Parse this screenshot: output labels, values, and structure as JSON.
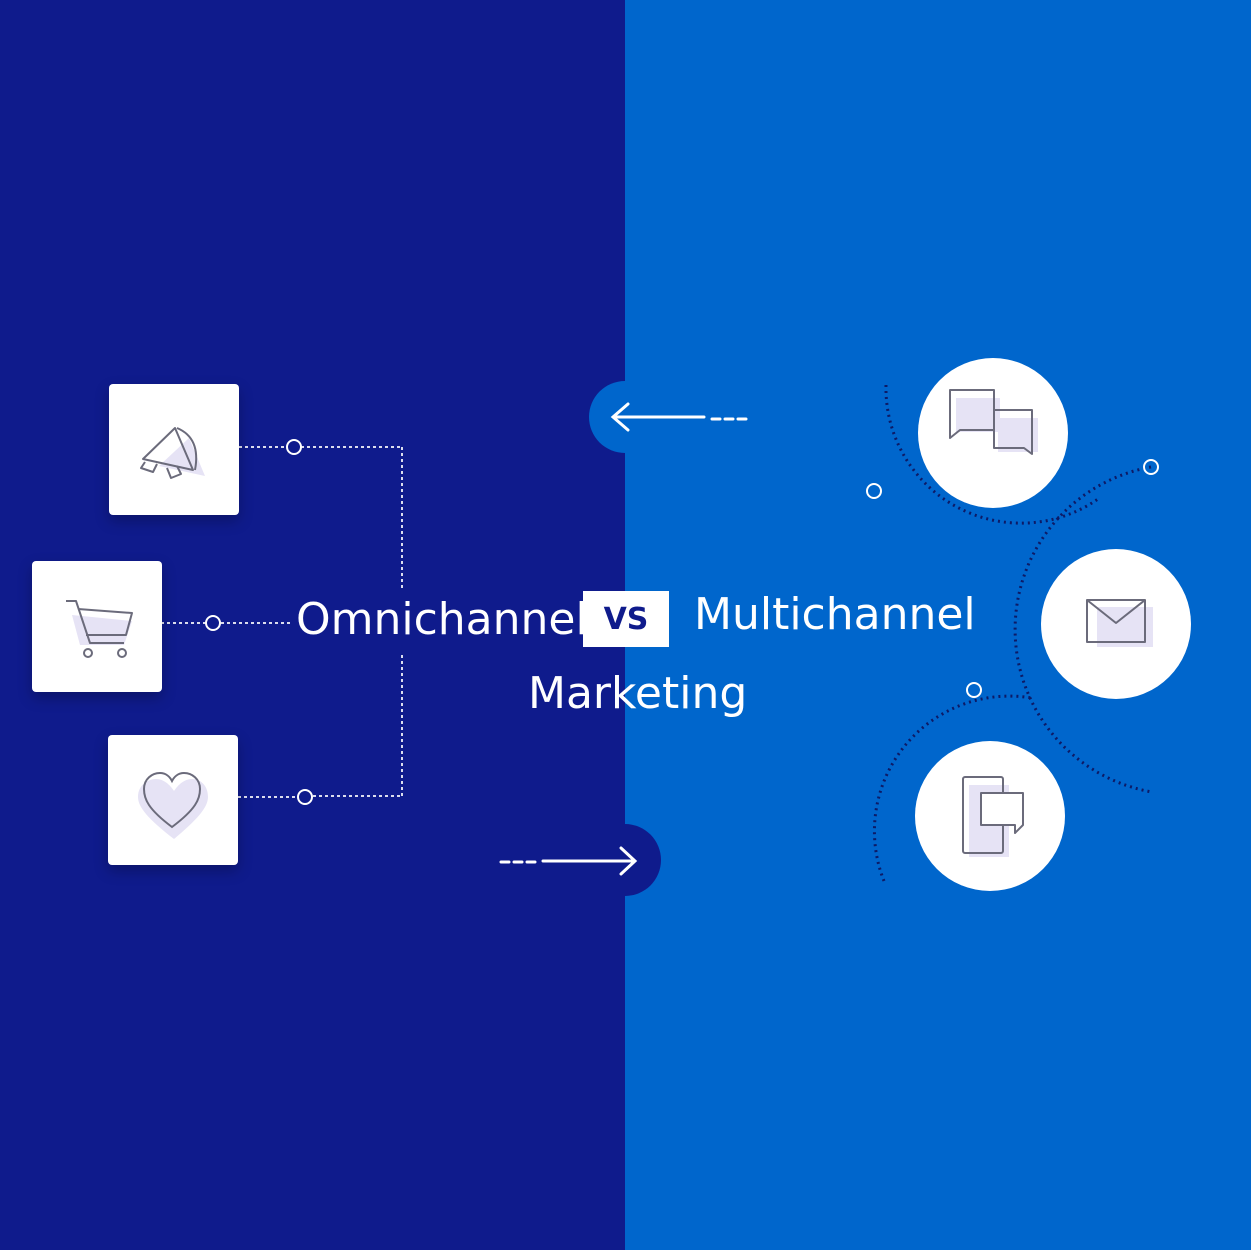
{
  "title": {
    "omni": "Omnichannel",
    "vs": "VS",
    "multi": "Multichannel",
    "marketing": "Marketing"
  },
  "colors": {
    "left_bg": "#0f1b8c",
    "right_bg": "#0066cc",
    "card": "#ffffff",
    "icon_fill": "#e6e3f5",
    "icon_stroke": "#6b6b7b",
    "arc_dots": "#0d1a66"
  },
  "icons": {
    "left": [
      "megaphone-icon",
      "shopping-cart-icon",
      "heart-icon"
    ],
    "right": [
      "chat-bubbles-icon",
      "envelope-icon",
      "mobile-message-icon"
    ]
  }
}
